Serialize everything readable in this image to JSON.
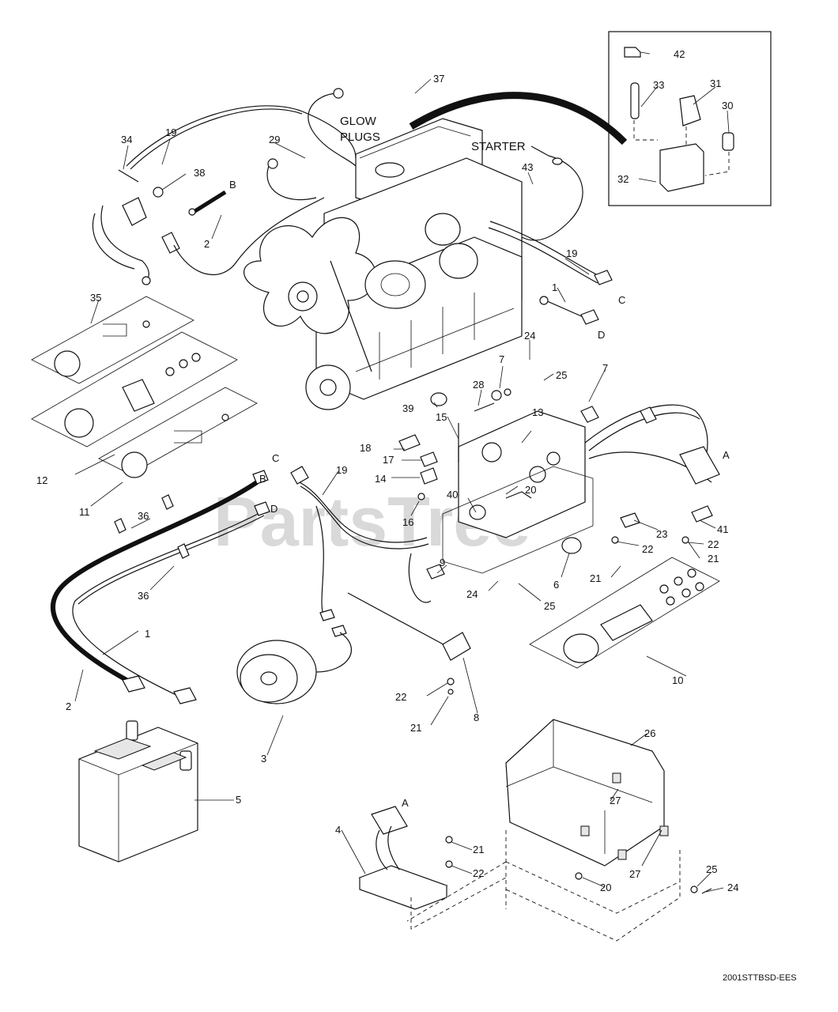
{
  "watermark": "PartsTree",
  "drawing_code": "2001STTBSD-EES",
  "labels": {
    "glow_plugs_1": "GLOW",
    "glow_plugs_2": "PLUGS",
    "starter": "STARTER",
    "conn_a": "A",
    "conn_b": "B",
    "conn_c": "C",
    "conn_d": "D"
  },
  "callouts": [
    "1",
    "2",
    "3",
    "4",
    "5",
    "6",
    "7",
    "8",
    "9",
    "10",
    "11",
    "12",
    "13",
    "14",
    "15",
    "16",
    "17",
    "18",
    "19",
    "20",
    "21",
    "22",
    "23",
    "24",
    "25",
    "26",
    "27",
    "28",
    "29",
    "30",
    "31",
    "32",
    "33",
    "34",
    "35",
    "36",
    "37",
    "38",
    "39",
    "40",
    "41",
    "42",
    "43"
  ]
}
